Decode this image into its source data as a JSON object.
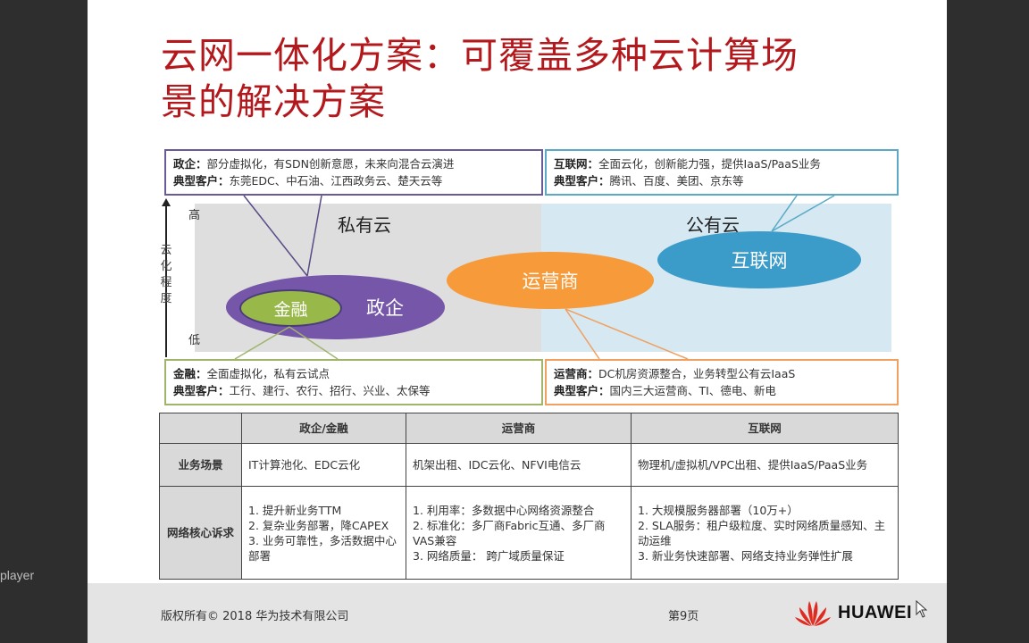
{
  "player": {
    "label": "player"
  },
  "slide": {
    "title_line1": "云网一体化方案：可覆盖多种云计算场",
    "title_line2": "景的解决方案",
    "colors": {
      "title": "#b3191c",
      "zhengqi": "#7656a8",
      "jinrong": "#99b84a",
      "yunyingshang": "#f69a3a",
      "hulianwang": "#3b9bc9",
      "private_zone": "#dedede",
      "public_zone": "#d6e8f2"
    },
    "callouts": {
      "zhengqi": {
        "label1": "政企：",
        "text1": "部分虚拟化，有SDN创新意愿，未来向混合云演进",
        "label2": "典型客户：",
        "text2": "东莞EDC、中石油、江西政务云、楚天云等"
      },
      "hulianwang": {
        "label1": "互联网：",
        "text1": "全面云化，创新能力强，提供IaaS/PaaS业务",
        "label2": "典型客户：",
        "text2": "腾讯、百度、美团、京东等"
      },
      "jinrong": {
        "label1": "金融：",
        "text1": "全面虚拟化，私有云试点",
        "label2": "典型客户：",
        "text2": "工行、建行、农行、招行、兴业、太保等"
      },
      "yunyingshang": {
        "label1": "运营商：",
        "text1": "DC机房资源整合，业务转型公有云IaaS",
        "label2": "典型客户：",
        "text2": "国内三大运营商、TI、德电、新电"
      }
    },
    "diagram": {
      "axis": {
        "title": "云化程度",
        "title_chars": [
          "云",
          "化",
          "程",
          "度"
        ],
        "high": "高",
        "low": "低"
      },
      "zones": {
        "private": "私有云",
        "public": "公有云"
      },
      "ellipses": {
        "zhengqi": "政企",
        "jinrong": "金融",
        "yunyingshang": "运营商",
        "hulianwang": "互联网"
      }
    },
    "table": {
      "headers": [
        "",
        "政企/金融",
        "运营商",
        "互联网"
      ],
      "rows": [
        {
          "head": "业务场景",
          "cells": [
            [
              "IT计算池化、EDC云化"
            ],
            [
              "机架出租、IDC云化、NFVI电信云"
            ],
            [
              "物理机/虚拟机/VPC出租、提供IaaS/PaaS业务"
            ]
          ]
        },
        {
          "head": "网络核心诉求",
          "cells": [
            [
              "1. 提升新业务TTM",
              "2. 复杂业务部署，降CAPEX",
              "3. 业务可靠性，多活数据中心部署"
            ],
            [
              "1. 利用率：多数据中心网络资源整合",
              "2. 标准化：多厂商Fabric互通、多厂商VAS兼容",
              "3. 网络质量： 跨广域质量保证"
            ],
            [
              "1. 大规模服务器部署（10万+）",
              "2. SLA服务：租户级粒度、实时网络质量感知、主动运维",
              "3. 新业务快速部署、网络支持业务弹性扩展"
            ]
          ]
        }
      ]
    },
    "footer": {
      "copyright": "版权所有© 2018 华为技术有限公司",
      "page": "第9页",
      "logo_text": "HUAWEI",
      "logo_color": "#e02b20"
    }
  }
}
